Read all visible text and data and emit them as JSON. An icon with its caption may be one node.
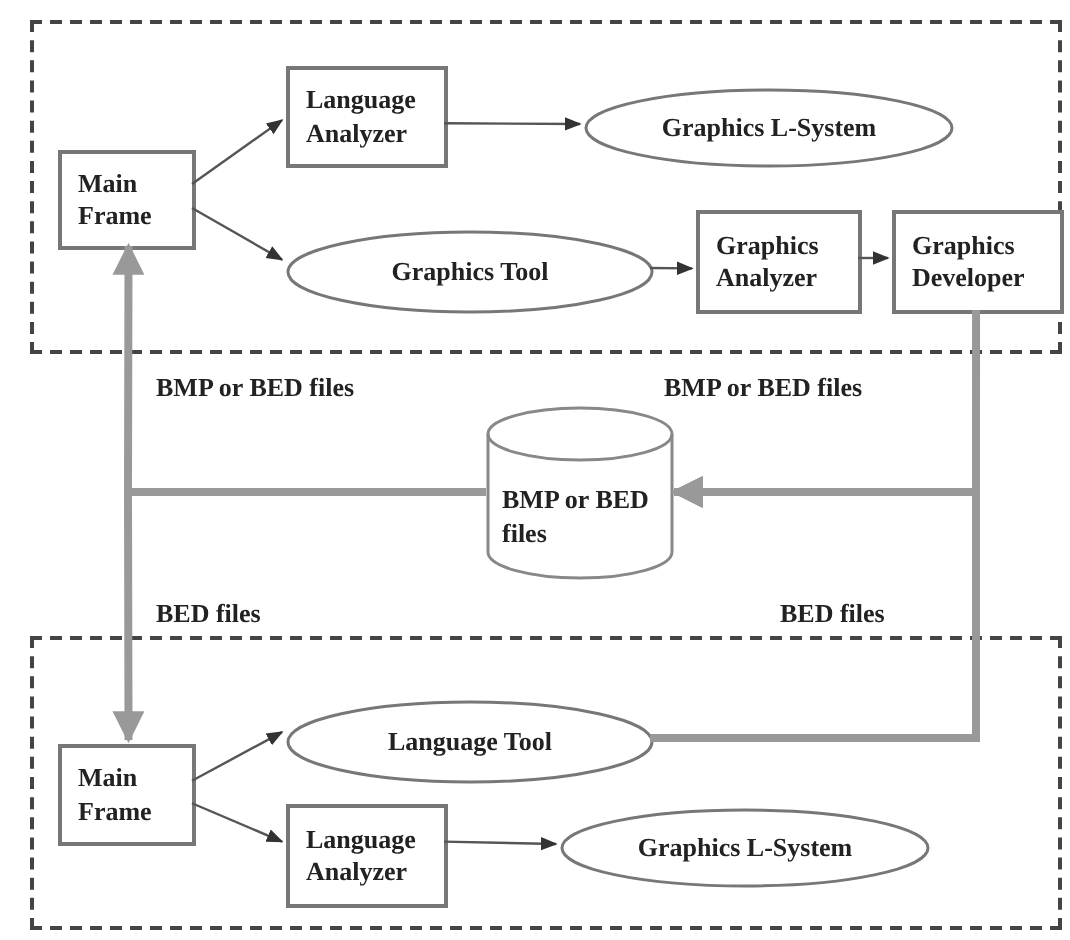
{
  "diagram": {
    "nodes": [
      {
        "text": [],
        "shape": "box"
      },
      {
        "text": [
          "Main Frame"
        ],
        "in": 0
      },
      {
        "text": [
          "Language Analyzer"
        ],
        "in": 0
      },
      {
        "text": [
          "Graphics L-System"
        ],
        "in": 0
      },
      {
        "text": [
          "Graphics Tool"
        ],
        "in": 0
      },
      {
        "text": [
          "Graphics Analyzer"
        ],
        "in": 0
      },
      {
        "text": [
          "Graphics Developer"
        ],
        "in": 0
      },
      {
        "text": [
          "BMP or BED files"
        ]
      },
      {
        "text": [],
        "shape": "box"
      },
      {
        "text": [
          "Main Frame"
        ],
        "in": 8
      },
      {
        "text": [
          "Language Tool"
        ],
        "in": 8
      },
      {
        "text": [
          "Language Analyzer"
        ],
        "in": 8
      },
      {
        "text": [
          "Graphics L-System"
        ],
        "in": 8
      }
    ],
    "edges": [
      {
        "from": 1,
        "to": 2,
        "arrow": "to"
      },
      {
        "from": 2,
        "to": 3,
        "arrow": "to"
      },
      {
        "from": 1,
        "to": 4,
        "arrow": "to"
      },
      {
        "from": 4,
        "to": 5,
        "arrow": "to"
      },
      {
        "from": 5,
        "to": 6,
        "arrow": "to"
      },
      {
        "from": 7,
        "to": 1,
        "arrow": "to",
        "label": "BMP or BED files",
        "style": "thick"
      },
      {
        "from": 7,
        "to": 9,
        "arrow": "to",
        "label": "BED files",
        "style": "thick"
      },
      {
        "from": 6,
        "to": 7,
        "arrow": "to",
        "label": "BMP or BED files",
        "style": "thick"
      },
      {
        "from": 10,
        "to": 7,
        "arrow": "to",
        "label": "BED files",
        "style": "thick"
      },
      {
        "from": 9,
        "to": 10,
        "arrow": "to"
      },
      {
        "from": 9,
        "to": 11,
        "arrow": "to"
      },
      {
        "from": 11,
        "to": 12,
        "arrow": "to"
      }
    ]
  }
}
